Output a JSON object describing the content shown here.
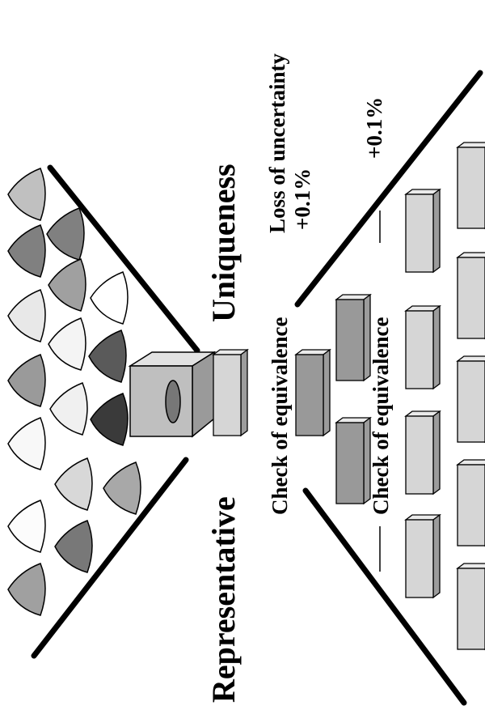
{
  "labels": {
    "representative": "Representative",
    "uniqueness": "Uniqueness",
    "check_left": "Check of equivalence",
    "check_right": "Check of equivalence",
    "loss_line1": "Loss of uncertainty",
    "loss_line2": "+0.1%",
    "plus_right": "+0.1%"
  },
  "colors": {
    "stroke": "#000000",
    "bar_light": "#d4d4d4",
    "bar_mid": "#a8a8a8",
    "bar_dark": "#888888",
    "cube_front": "#bfbfbf",
    "cube_side": "#9a9a9a",
    "cube_top": "#e2e2e2",
    "cube_hole": "#777777"
  },
  "cones": {
    "fills": [
      "#c0c0c0",
      "#808080",
      "#808080",
      "#a0a0a0",
      "#ffffff",
      "#e8e8e8",
      "#f4f4f4",
      "#5a5a5a",
      "#9a9a9a",
      "#f0f0f0",
      "#3a3a3a",
      "#f8f8f8",
      "#d8d8d8",
      "#a8a8a8",
      "#fcfcfc",
      "#787878",
      "#a0a0a0"
    ]
  },
  "bars": {
    "fills": [
      "#999999",
      "#999999",
      "#999999",
      "#d6d6d6",
      "#d6d6d6",
      "#d6d6d6",
      "#d6d6d6",
      "#d6d6d6",
      "#d6d6d6",
      "#d6d6d6",
      "#d6d6d6",
      "#d6d6d6",
      "#d6d6d6"
    ]
  }
}
